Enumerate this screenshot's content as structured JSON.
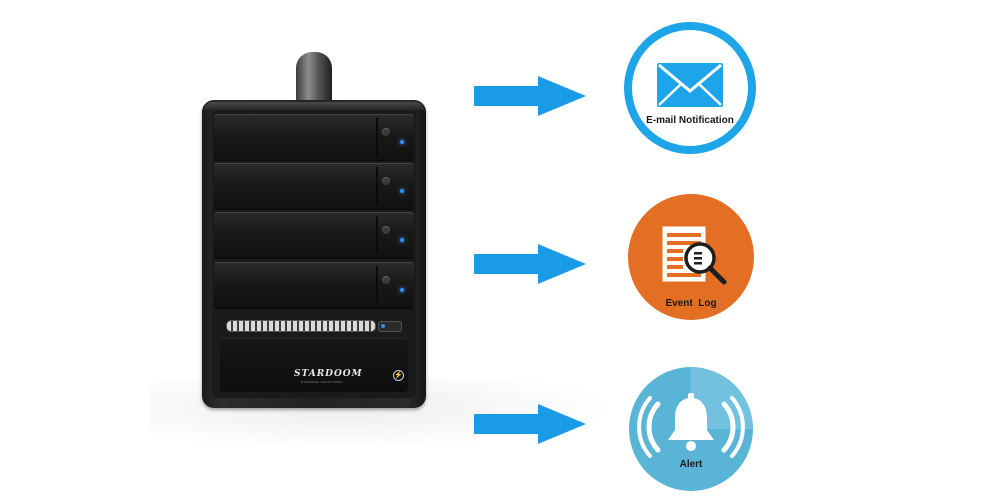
{
  "device": {
    "brand": "STARDOOM",
    "brand_tagline": "STORAGE SOLUTIONS",
    "bay_count": 4,
    "led_color": "#2f8fff"
  },
  "notifications": [
    {
      "id": "email",
      "label": "E-mail Notification",
      "icon": "envelope-icon",
      "color": "#1ea4e8"
    },
    {
      "id": "event-log",
      "label": "Event  Log",
      "icon": "document-search-icon",
      "color": "#e36f24"
    },
    {
      "id": "alert",
      "label": "Alert",
      "icon": "bell-alarm-icon",
      "color": "#5ab4d6"
    }
  ],
  "arrow_color": "#1a9be6"
}
